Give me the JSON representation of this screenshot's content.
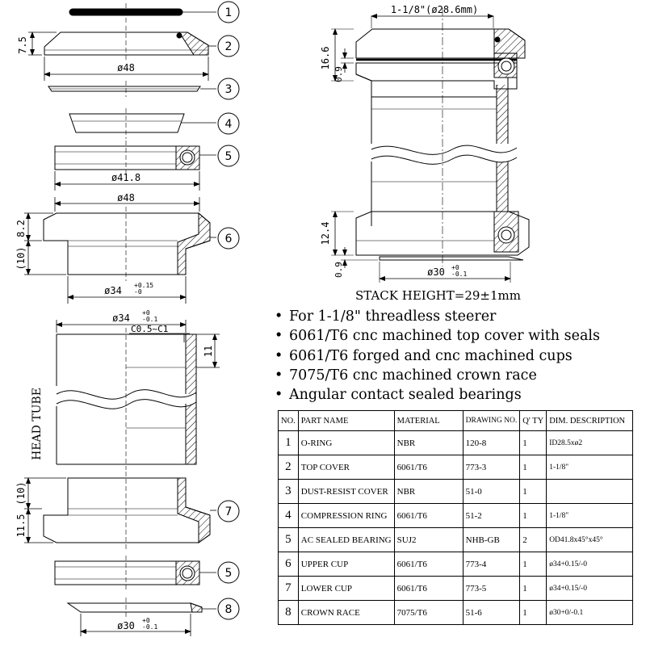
{
  "callouts": [
    "1",
    "2",
    "3",
    "4",
    "5",
    "6",
    "5",
    "7",
    "8"
  ],
  "dims": {
    "d_7_5": "7.5",
    "d_48_top": "ø48",
    "d_41_8": "ø41.8",
    "d_48_cup": "ø48",
    "d_8_2": "8.2",
    "d_10_up": "(10)",
    "d_34_cup": "ø34",
    "d_34_cup_tol": "+0.15",
    "d_34_cup_tol2": "-0",
    "d_34_head": "ø34",
    "d_34_head_tol": "+0",
    "d_34_head_tol2": "-0.1",
    "chamfer": "C0.5~C1",
    "d_11": "11",
    "head_tube": "HEAD TUBE",
    "d_10_low": "(10)",
    "d_11_5": "11.5",
    "d_30_bottom": "ø30",
    "d_30_bottom_tol": "+0",
    "d_30_bottom_tol2": "-0.1",
    "steerer": "1-1/8\"(ø28.6mm)",
    "d_16_6": "16.6",
    "d_0_9_top": "0.9",
    "d_12_4": "12.4",
    "d_0_9_bot": "0.9",
    "d_30_right": "ø30",
    "d_30_right_tol": "+0",
    "d_30_right_tol2": "-0.1",
    "stack_height": "STACK HEIGHT=29±1mm"
  },
  "features": [
    "For 1-1/8\" threadless steerer",
    "6061/T6 cnc machined top cover with seals",
    "6061/T6 forged and cnc machined cups",
    "7075/T6 cnc machined crown race",
    "Angular contact sealed bearings"
  ],
  "table": {
    "headers": [
      "NO.",
      "PART NAME",
      "MATERIAL",
      "DRAWING NO.",
      "Q' TY",
      "DIM. DESCRIPTION"
    ],
    "rows": [
      [
        "1",
        "O-RING",
        "NBR",
        "120-8",
        "1",
        "ID28.5xø2"
      ],
      [
        "2",
        "TOP COVER",
        "6061/T6",
        "773-3",
        "1",
        "1-1/8\""
      ],
      [
        "3",
        "DUST-RESIST COVER",
        "NBR",
        "51-0",
        "1",
        ""
      ],
      [
        "4",
        "COMPRESSION RING",
        "6061/T6",
        "51-2",
        "1",
        "1-1/8\""
      ],
      [
        "5",
        "AC SEALED BEARING",
        "SUJ2",
        "NHB-GB",
        "2",
        "OD41.8x45°x45°"
      ],
      [
        "6",
        "UPPER CUP",
        "6061/T6",
        "773-4",
        "1",
        "ø34+0.15/-0"
      ],
      [
        "7",
        "LOWER CUP",
        "6061/T6",
        "773-5",
        "1",
        "ø34+0.15/-0"
      ],
      [
        "8",
        "CROWN RACE",
        "7075/T6",
        "51-6",
        "1",
        "ø30+0/-0.1"
      ]
    ]
  }
}
